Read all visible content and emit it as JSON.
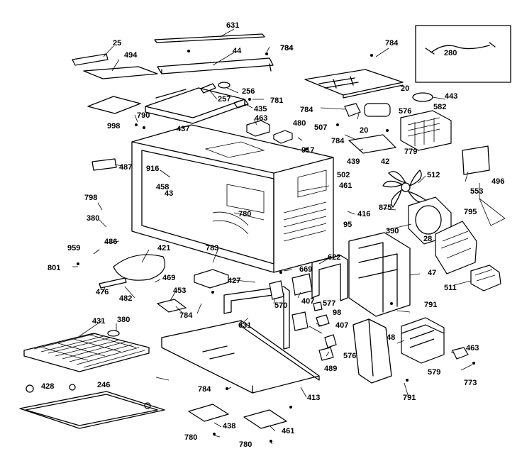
{
  "diagram": {
    "labels": [
      {
        "id": "631a",
        "text": "631"
      },
      {
        "id": "784a",
        "text": "784"
      },
      {
        "id": "25",
        "text": "25"
      },
      {
        "id": "494",
        "text": "494"
      },
      {
        "id": "44",
        "text": "44"
      },
      {
        "id": "784b",
        "text": "784"
      },
      {
        "id": "784c",
        "text": "784"
      },
      {
        "id": "280",
        "text": "280"
      },
      {
        "id": "20a",
        "text": "20"
      },
      {
        "id": "443",
        "text": "443"
      },
      {
        "id": "257",
        "text": "257"
      },
      {
        "id": "256",
        "text": "256"
      },
      {
        "id": "781",
        "text": "781"
      },
      {
        "id": "435",
        "text": "435"
      },
      {
        "id": "998",
        "text": "998"
      },
      {
        "id": "790",
        "text": "790"
      },
      {
        "id": "437",
        "text": "437"
      },
      {
        "id": "463a",
        "text": "463"
      },
      {
        "id": "480",
        "text": "480"
      },
      {
        "id": "784d",
        "text": "784"
      },
      {
        "id": "507",
        "text": "507"
      },
      {
        "id": "20b",
        "text": "20"
      },
      {
        "id": "576a",
        "text": "576"
      },
      {
        "id": "582",
        "text": "582"
      },
      {
        "id": "784e",
        "text": "784"
      },
      {
        "id": "779",
        "text": "779"
      },
      {
        "id": "917",
        "text": "917"
      },
      {
        "id": "439",
        "text": "439"
      },
      {
        "id": "42",
        "text": "42"
      },
      {
        "id": "487",
        "text": "487"
      },
      {
        "id": "916",
        "text": "916"
      },
      {
        "id": "502",
        "text": "502"
      },
      {
        "id": "512",
        "text": "512"
      },
      {
        "id": "496",
        "text": "496"
      },
      {
        "id": "458",
        "text": "458"
      },
      {
        "id": "43",
        "text": "43"
      },
      {
        "id": "461",
        "text": "461"
      },
      {
        "id": "553",
        "text": "553"
      },
      {
        "id": "798",
        "text": "798"
      },
      {
        "id": "875",
        "text": "875"
      },
      {
        "id": "795",
        "text": "795"
      },
      {
        "id": "780a",
        "text": "780"
      },
      {
        "id": "416",
        "text": "416"
      },
      {
        "id": "380a",
        "text": "380"
      },
      {
        "id": "95",
        "text": "95"
      },
      {
        "id": "390",
        "text": "390"
      },
      {
        "id": "486",
        "text": "486"
      },
      {
        "id": "28",
        "text": "28"
      },
      {
        "id": "421",
        "text": "421"
      },
      {
        "id": "783",
        "text": "783"
      },
      {
        "id": "959",
        "text": "959"
      },
      {
        "id": "622",
        "text": "622"
      },
      {
        "id": "801",
        "text": "801"
      },
      {
        "id": "47",
        "text": "47"
      },
      {
        "id": "669",
        "text": "669"
      },
      {
        "id": "511",
        "text": "511"
      },
      {
        "id": "427",
        "text": "427"
      },
      {
        "id": "476",
        "text": "476"
      },
      {
        "id": "469",
        "text": "469"
      },
      {
        "id": "482",
        "text": "482"
      },
      {
        "id": "453",
        "text": "453"
      },
      {
        "id": "570",
        "text": "570"
      },
      {
        "id": "407a",
        "text": "407"
      },
      {
        "id": "577",
        "text": "577"
      },
      {
        "id": "98",
        "text": "98"
      },
      {
        "id": "784f",
        "text": "784"
      },
      {
        "id": "791a",
        "text": "791"
      },
      {
        "id": "431",
        "text": "431"
      },
      {
        "id": "380b",
        "text": "380"
      },
      {
        "id": "631b",
        "text": "631"
      },
      {
        "id": "407b",
        "text": "407"
      },
      {
        "id": "48",
        "text": "48"
      },
      {
        "id": "576b",
        "text": "576"
      },
      {
        "id": "463b",
        "text": "463"
      },
      {
        "id": "489",
        "text": "489"
      },
      {
        "id": "579",
        "text": "579"
      },
      {
        "id": "773",
        "text": "773"
      },
      {
        "id": "428",
        "text": "428"
      },
      {
        "id": "246",
        "text": "246"
      },
      {
        "id": "413",
        "text": "413"
      },
      {
        "id": "784g",
        "text": "784"
      },
      {
        "id": "791b",
        "text": "791"
      },
      {
        "id": "438",
        "text": "438"
      },
      {
        "id": "461b",
        "text": "461"
      },
      {
        "id": "780b",
        "text": "780"
      },
      {
        "id": "780c",
        "text": "780"
      }
    ]
  }
}
